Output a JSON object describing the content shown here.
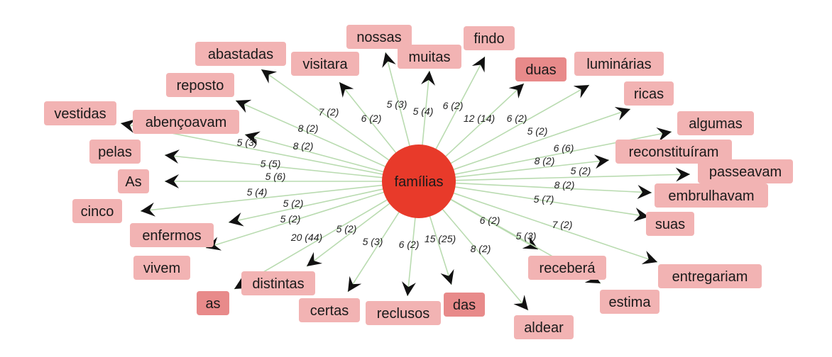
{
  "center": {
    "label": "famílias",
    "color": "#e83a2a"
  },
  "colors": {
    "node": "#f2b3b3",
    "node_highlight": "#e88a8a",
    "edge": "#b9dbb0",
    "arrow": "#111111"
  },
  "nodes": [
    {
      "id": "nossas",
      "label": "nossas",
      "edge_label": "5 (3)"
    },
    {
      "id": "findo",
      "label": "findo",
      "edge_label": "6 (2)"
    },
    {
      "id": "muitas",
      "label": "muitas",
      "edge_label": "5 (4)"
    },
    {
      "id": "abastadas",
      "label": "abastadas",
      "edge_label": "7 (2)"
    },
    {
      "id": "visitara",
      "label": "visitara",
      "edge_label": "6 (2)"
    },
    {
      "id": "duas",
      "label": "duas",
      "edge_label": "12 (14)",
      "highlight": true
    },
    {
      "id": "luminarias",
      "label": "luminárias",
      "edge_label": "6 (2)"
    },
    {
      "id": "reposto",
      "label": "reposto",
      "edge_label": "8 (2)"
    },
    {
      "id": "ricas",
      "label": "ricas",
      "edge_label": "5 (2)"
    },
    {
      "id": "vestidas",
      "label": "vestidas",
      "edge_label": "5 (3)"
    },
    {
      "id": "abencoavam",
      "label": "abençoavam",
      "edge_label": "8 (2)"
    },
    {
      "id": "algumas",
      "label": "algumas",
      "edge_label": "6 (6)"
    },
    {
      "id": "pelas",
      "label": "pelas",
      "edge_label": "5 (5)"
    },
    {
      "id": "reconstituiram",
      "label": "reconstituíram",
      "edge_label": "8 (2)"
    },
    {
      "id": "As",
      "label": "As",
      "edge_label": "5 (6)"
    },
    {
      "id": "passeavam",
      "label": "passeavam",
      "edge_label": "5 (2)"
    },
    {
      "id": "cinco",
      "label": "cinco",
      "edge_label": "5 (4)"
    },
    {
      "id": "embrulhavam",
      "label": "embrulhavam",
      "edge_label": "8 (2)"
    },
    {
      "id": "enfermos",
      "label": "enfermos",
      "edge_label": "5 (2)"
    },
    {
      "id": "suas",
      "label": "suas",
      "edge_label": "5 (7)"
    },
    {
      "id": "vivem",
      "label": "vivem",
      "edge_label": "5 (2)"
    },
    {
      "id": "recebera",
      "label": "receberá",
      "edge_label": "6 (2)"
    },
    {
      "id": "entregariam",
      "label": "entregariam",
      "edge_label": "7 (2)"
    },
    {
      "id": "distintas",
      "label": "distintas",
      "edge_label": "5 (2)"
    },
    {
      "id": "as",
      "label": "as",
      "edge_label": "20 (44)",
      "highlight": true
    },
    {
      "id": "estima",
      "label": "estima",
      "edge_label": "5 (3)"
    },
    {
      "id": "certas",
      "label": "certas",
      "edge_label": "5 (3)"
    },
    {
      "id": "reclusos",
      "label": "reclusos",
      "edge_label": "6 (2)"
    },
    {
      "id": "das",
      "label": "das",
      "edge_label": "15 (25)",
      "highlight": true
    },
    {
      "id": "aldear",
      "label": "aldear",
      "edge_label": "8 (2)"
    }
  ]
}
